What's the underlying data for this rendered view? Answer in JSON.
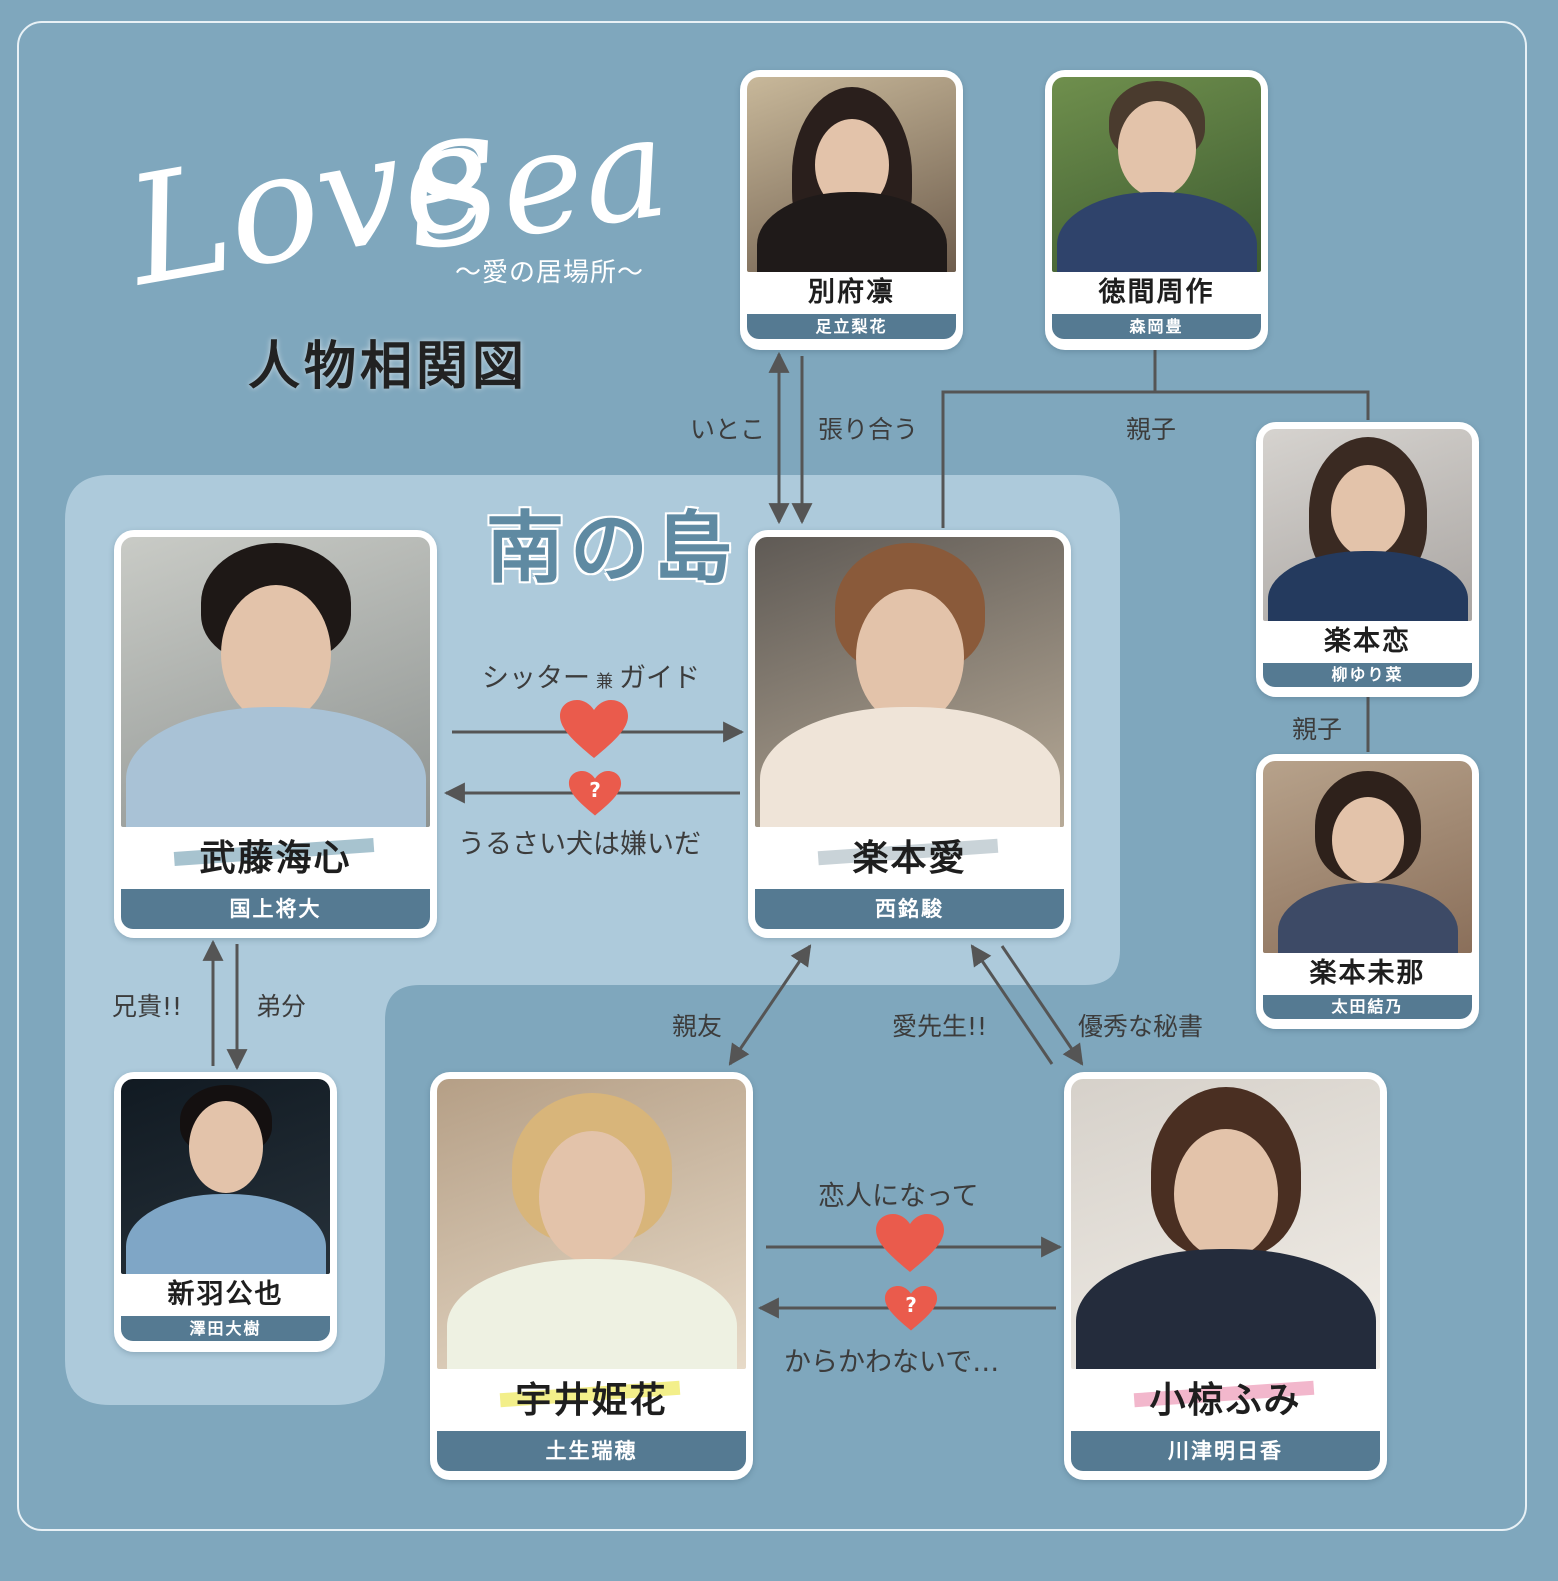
{
  "title": {
    "logo_love": "Love",
    "logo_sea": "Sea",
    "subtitle": "～愛の居場所～",
    "heading": "人物相関図"
  },
  "region_label": "南の島",
  "characters": {
    "beppu": {
      "name": "別府凛",
      "actor": "足立梨花"
    },
    "tokuma": {
      "name": "徳間周作",
      "actor": "森岡豊"
    },
    "rakumoto_koi": {
      "name": "楽本恋",
      "actor": "柳ゆり菜"
    },
    "rakumoto_mina": {
      "name": "楽本未那",
      "actor": "太田結乃"
    },
    "muto": {
      "name": "武藤海心",
      "actor": "国上将大"
    },
    "rakumoto_ai": {
      "name": "楽本愛",
      "actor": "西銘駿"
    },
    "niwa": {
      "name": "新羽公也",
      "actor": "澤田大樹"
    },
    "ui": {
      "name": "宇井姫花",
      "actor": "土生瑞穂"
    },
    "ogura": {
      "name": "小椋ふみ",
      "actor": "川津明日香"
    }
  },
  "relations": {
    "itoko": "いとこ",
    "hariau": "張り合う",
    "oyako_top": "親子",
    "oyako_right": "親子",
    "sitter": "シッター",
    "ken": "兼",
    "guide": "ガイド",
    "urusai": "うるさい犬は嫌いだ",
    "aniki": "兄貴!!",
    "otoutobun": "弟分",
    "shinyu": "親友",
    "ai_sensei": "愛先生!!",
    "hisho": "優秀な秘書",
    "koibito": "恋人になって",
    "karakawa": "からかわないで…",
    "question": "?"
  },
  "colors": {
    "background": "#7fa7bd",
    "island": "#b5d0e0",
    "actor_bar": "#557a92",
    "heart": "#ea5b4c",
    "line": "#555555"
  }
}
